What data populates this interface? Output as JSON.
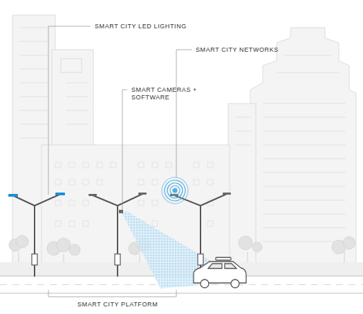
{
  "diagram": {
    "labels": [
      "SMART CITY LED LIGHTING",
      "SMART CITY NETWORKS",
      "SMART CAMERAS + SOFTWARE",
      "SMART CITY PLATFORM"
    ]
  }
}
